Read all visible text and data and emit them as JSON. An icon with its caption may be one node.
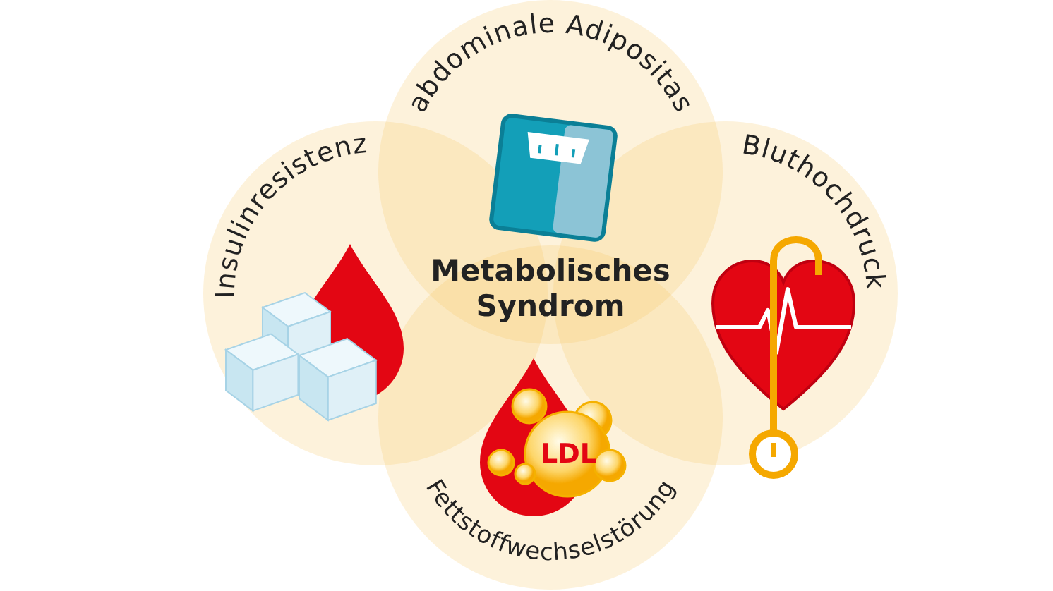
{
  "diagram": {
    "title": "Metabolisches Syndrom",
    "nodes": [
      {
        "text": [
          "abdominale Adipositas"
        ]
      },
      {
        "text": [
          "Insulinresistenz"
        ]
      },
      {
        "text": [
          "Bluthochdruck"
        ]
      },
      {
        "text": [
          "Fettstoffwechselstörung"
        ]
      }
    ],
    "labels": [
      "LDL"
    ]
  }
}
